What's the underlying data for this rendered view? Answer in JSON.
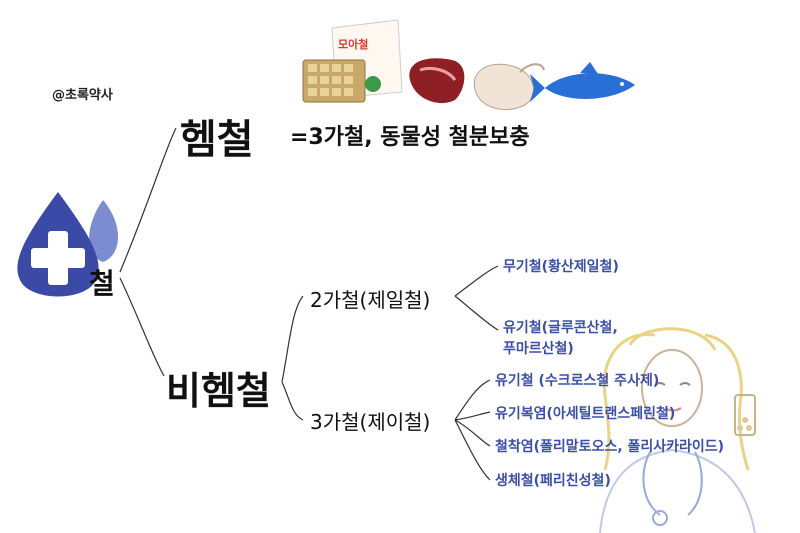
{
  "watermark": "@초록약사",
  "root": {
    "label": "철",
    "icon": "iron-drop-plus-icon"
  },
  "heme": {
    "label": "헴철",
    "description": "=3가철, 동물성 철분보충",
    "images": [
      "supplement-box-icon",
      "beef-icon",
      "chicken-icon",
      "tuna-fish-icon"
    ],
    "box_label": "모아철"
  },
  "non_heme": {
    "label": "비헴철",
    "ferrous": {
      "label": "2가철(제일철)",
      "children": [
        "무기철(황산제일철)",
        "유기철(글루콘산철,",
        "푸마르산철)"
      ]
    },
    "ferric": {
      "label": "3가철(제이철)",
      "children": [
        "유기철 (수크로스철 주사제)",
        "유기복염(아세틸트랜스페린철)",
        "철착염(폴리말토오스, 폴리사카라이드)",
        "생체철(페리친성철)"
      ]
    }
  },
  "decoration": "pharmacist-illustration",
  "colors": {
    "accent": "#3b4fa8",
    "drop_dark": "#3a4aa6",
    "drop_light": "#7d8bd0",
    "line": "#333333"
  }
}
